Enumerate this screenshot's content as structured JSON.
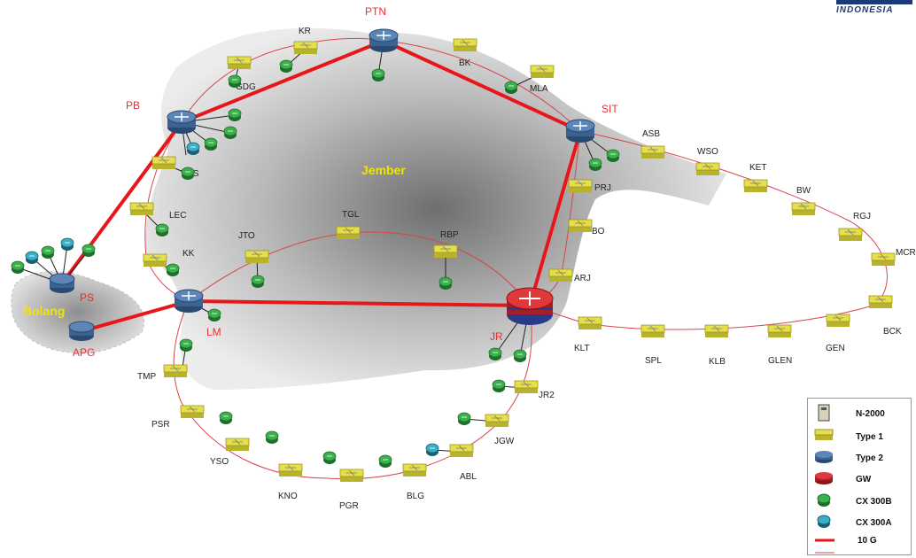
{
  "brand": {
    "text": "INDONESIA"
  },
  "regions": {
    "main": "Jember",
    "small": "Bolang"
  },
  "hubs": [
    {
      "id": "PTN",
      "label": "PTN",
      "type": "Type 2"
    },
    {
      "id": "PB",
      "label": "PB",
      "type": "Type 2"
    },
    {
      "id": "SIT",
      "label": "SIT",
      "type": "Type 2"
    },
    {
      "id": "LM",
      "label": "LM",
      "type": "Type 2"
    },
    {
      "id": "PS",
      "label": "PS",
      "type": "Type 2"
    },
    {
      "id": "APG",
      "label": "APG",
      "type": "Type 2"
    },
    {
      "id": "JR",
      "label": "JR",
      "type": "GW"
    }
  ],
  "sites": [
    "KR",
    "GDG",
    "BK",
    "MLA",
    "TGS",
    "LEC",
    "KK",
    "JTO",
    "TGL",
    "RBP",
    "PRJ",
    "BO",
    "ARJ",
    "ASB",
    "WSO",
    "KET",
    "BW",
    "RGJ",
    "MCR",
    "BCK",
    "GEN",
    "GLEN",
    "KLB",
    "SPL",
    "KLT",
    "JR2",
    "JGW",
    "ABL",
    "BLG",
    "PGR",
    "KNO",
    "YSO",
    "PSR",
    "TMP"
  ],
  "links_10g": [
    [
      "PB",
      "PTN"
    ],
    [
      "PTN",
      "SIT"
    ],
    [
      "SIT",
      "JR"
    ],
    [
      "LM",
      "JR"
    ],
    [
      "PB",
      "PS"
    ],
    [
      "LM",
      "APG"
    ]
  ],
  "legend": {
    "items": [
      {
        "label": "N-2000",
        "icon": "n2000"
      },
      {
        "label": "Type 1",
        "icon": "type1"
      },
      {
        "label": "Type 2",
        "icon": "type2"
      },
      {
        "label": "GW",
        "icon": "gw"
      },
      {
        "label": "CX 300B",
        "icon": "cx300b"
      },
      {
        "label": "CX 300A",
        "icon": "cx300a"
      },
      {
        "label": "10 G",
        "icon": "line-10g"
      }
    ]
  },
  "colors": {
    "link_10g": "#e8161b",
    "ring": "#d9444c",
    "type1": "#e6df4c",
    "type2": "#4a6f9c",
    "gw": "#d52a2a",
    "cx300b": "#3bb14c",
    "cx300a": "#3ab0c8",
    "hub_label": "#e53030",
    "region_label": "#f2e400"
  }
}
